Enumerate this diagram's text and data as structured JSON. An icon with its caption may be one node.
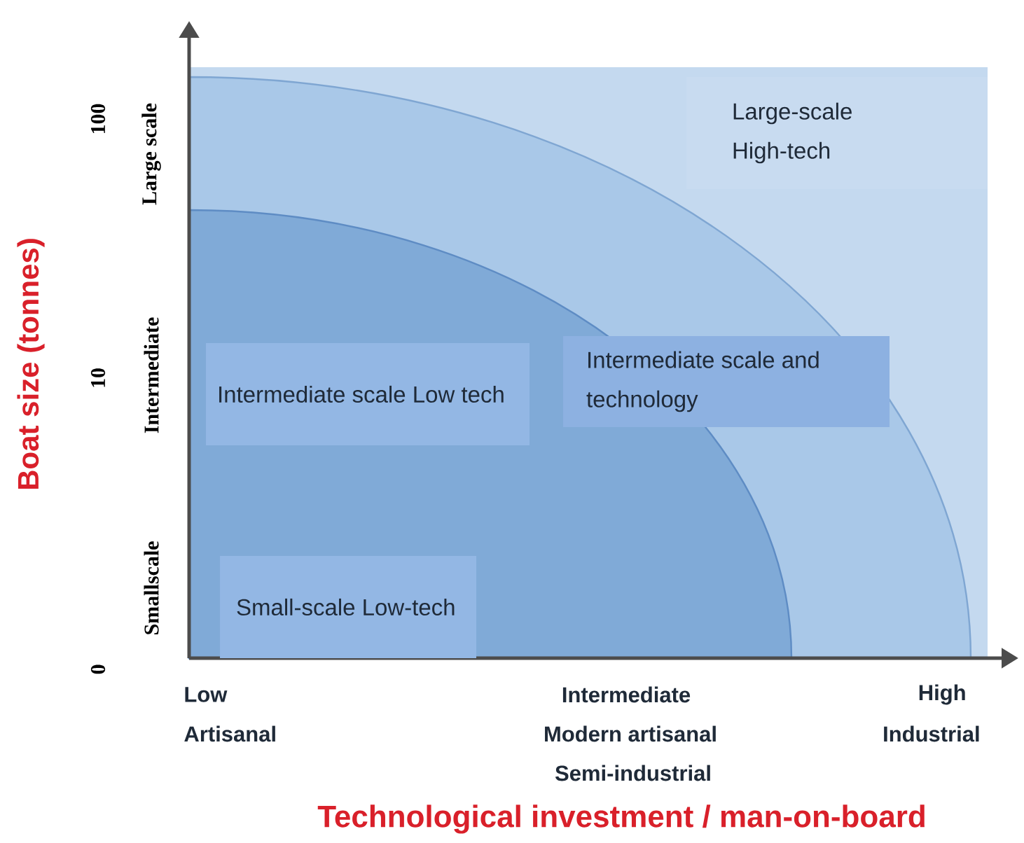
{
  "diagram": {
    "nodes": [
      {
        "text": [
          "Large-scale High-tech"
        ]
      },
      {
        "text": [
          "Intermediate scale and technology"
        ]
      },
      {
        "text": [
          "Intermediate scale Low tech"
        ]
      },
      {
        "text": [
          "Small-scale Low-tech"
        ]
      }
    ],
    "labels": [
      "Boat size (tonnes)",
      "100",
      "Large scale",
      "10",
      "Intermediate",
      "0",
      "Smallscale",
      "Low",
      "Intermediate",
      "High",
      "Artisanal",
      "Modern artisanal",
      "Industrial",
      "Semi-industrial",
      "Technological investment / man-on-board"
    ]
  }
}
